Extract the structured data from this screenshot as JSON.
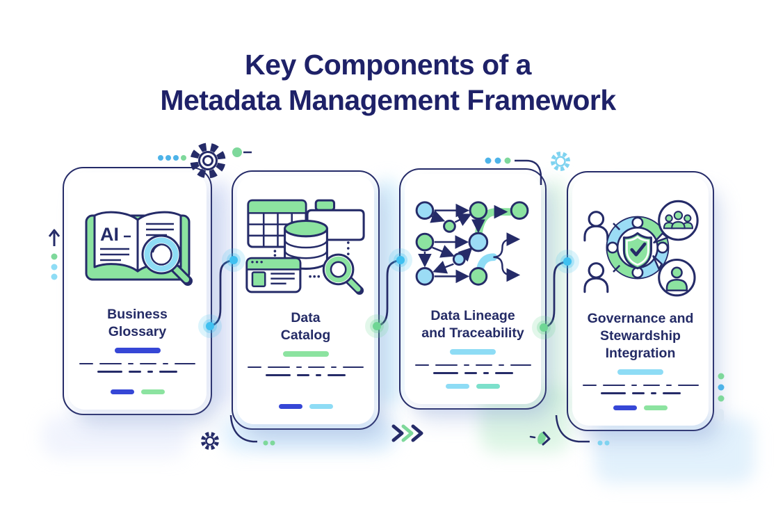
{
  "title": {
    "line1": "Key Components of a",
    "line2": "Metadata Management Framework"
  },
  "colors": {
    "navy_outline": "#252b68",
    "title_navy": "#1e2168",
    "accent_blue": "#3647d6",
    "accent_green": "#8ce3a0",
    "accent_cyan": "#8edcf5",
    "accent_teal": "#7ce0cb",
    "dot_blue": "#4db3e8",
    "dot_green": "#7ed89b",
    "glow_cyan": "#3fc0f0",
    "glow_green": "#6fd694"
  },
  "cards": [
    {
      "title_lines": [
        "Business",
        "Glossary"
      ],
      "icon": "book-ai-magnifier-icon",
      "accent_color": "#3647d6",
      "footer_bar_colors": [
        "#3647d6",
        "#8ce3a0"
      ]
    },
    {
      "title_lines": [
        "Data",
        "Catalog"
      ],
      "icon": "data-catalog-icon",
      "accent_color": "#8ce3a0",
      "footer_bar_colors": [
        "#3647d6",
        "#8edcf5"
      ]
    },
    {
      "title_lines": [
        "Data Lineage",
        "and Traceability"
      ],
      "icon": "lineage-flow-icon",
      "accent_color": "#8edcf5",
      "footer_bar_colors": [
        "#8edcf5",
        "#7ce0cb"
      ]
    },
    {
      "title_lines": [
        "Governance and",
        "Stewardship",
        "Integration"
      ],
      "icon": "governance-shield-icon",
      "accent_color": "#8edcf5",
      "footer_bar_colors": [
        "#3647d6",
        "#8ce3a0"
      ]
    }
  ],
  "decorations": {
    "icons": [
      "gear-icon",
      "gear-icon",
      "gear-icon",
      "up-arrow-icon",
      "chevron-forward-icon",
      "key-dot-icon",
      "connector-line",
      "glow-dot"
    ]
  }
}
